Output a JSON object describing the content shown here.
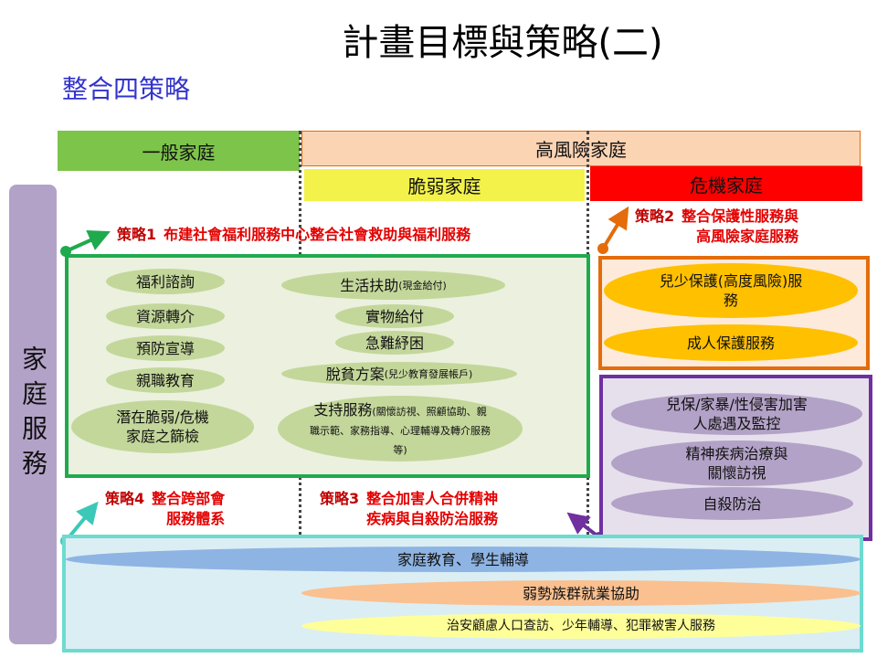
{
  "title": "計畫目標與策略(二)",
  "subtitle": "整合四策略",
  "headers": {
    "general": "一般家庭",
    "high_risk": "高風險家庭",
    "vulnerable": "脆弱家庭",
    "crisis": "危機家庭"
  },
  "side_label": "家庭服務",
  "strategies": [
    {
      "tag": "策略1",
      "text": "布建社會福利服務中心整合社會救助與福利服務"
    },
    {
      "tag": "策略2",
      "line1": "整合保護性服務與",
      "line2": "高風險家庭服務"
    },
    {
      "tag": "策略3",
      "line1": "整合加害人合併精神",
      "line2": "疾病與自殺防治服務"
    },
    {
      "tag": "策略4",
      "line1": "整合跨部會",
      "line2": "服務體系"
    }
  ],
  "green_left": [
    "福利諮詢",
    "資源轉介",
    "預防宣導",
    "親職教育",
    "潛在脆弱/危機",
    "家庭之篩檢"
  ],
  "green_right": {
    "r1": "生活扶助",
    "r1s": "(現金給付)",
    "r2": "實物給付",
    "r3": "急難紓困",
    "r4": "脫貧方案",
    "r4s": "(兒少教育發展帳戶)",
    "r5": "支持服務",
    "r5s": "(關懷訪視、照顧協助、親職示範、家務指導、心理輔導及轉介服務等)"
  },
  "orange": [
    "兒少保護(高度風險)服務",
    "成人保護服務"
  ],
  "purple": [
    "兒保/家暴/性侵害加害人處遇及監控",
    "精神疾病治療與關懷訪視",
    "自殺防治"
  ],
  "cyan": [
    "家庭教育、學生輔導",
    "弱勢族群就業協助",
    "治安顧慮人口查訪、少年輔導、犯罪被害人服務"
  ]
}
